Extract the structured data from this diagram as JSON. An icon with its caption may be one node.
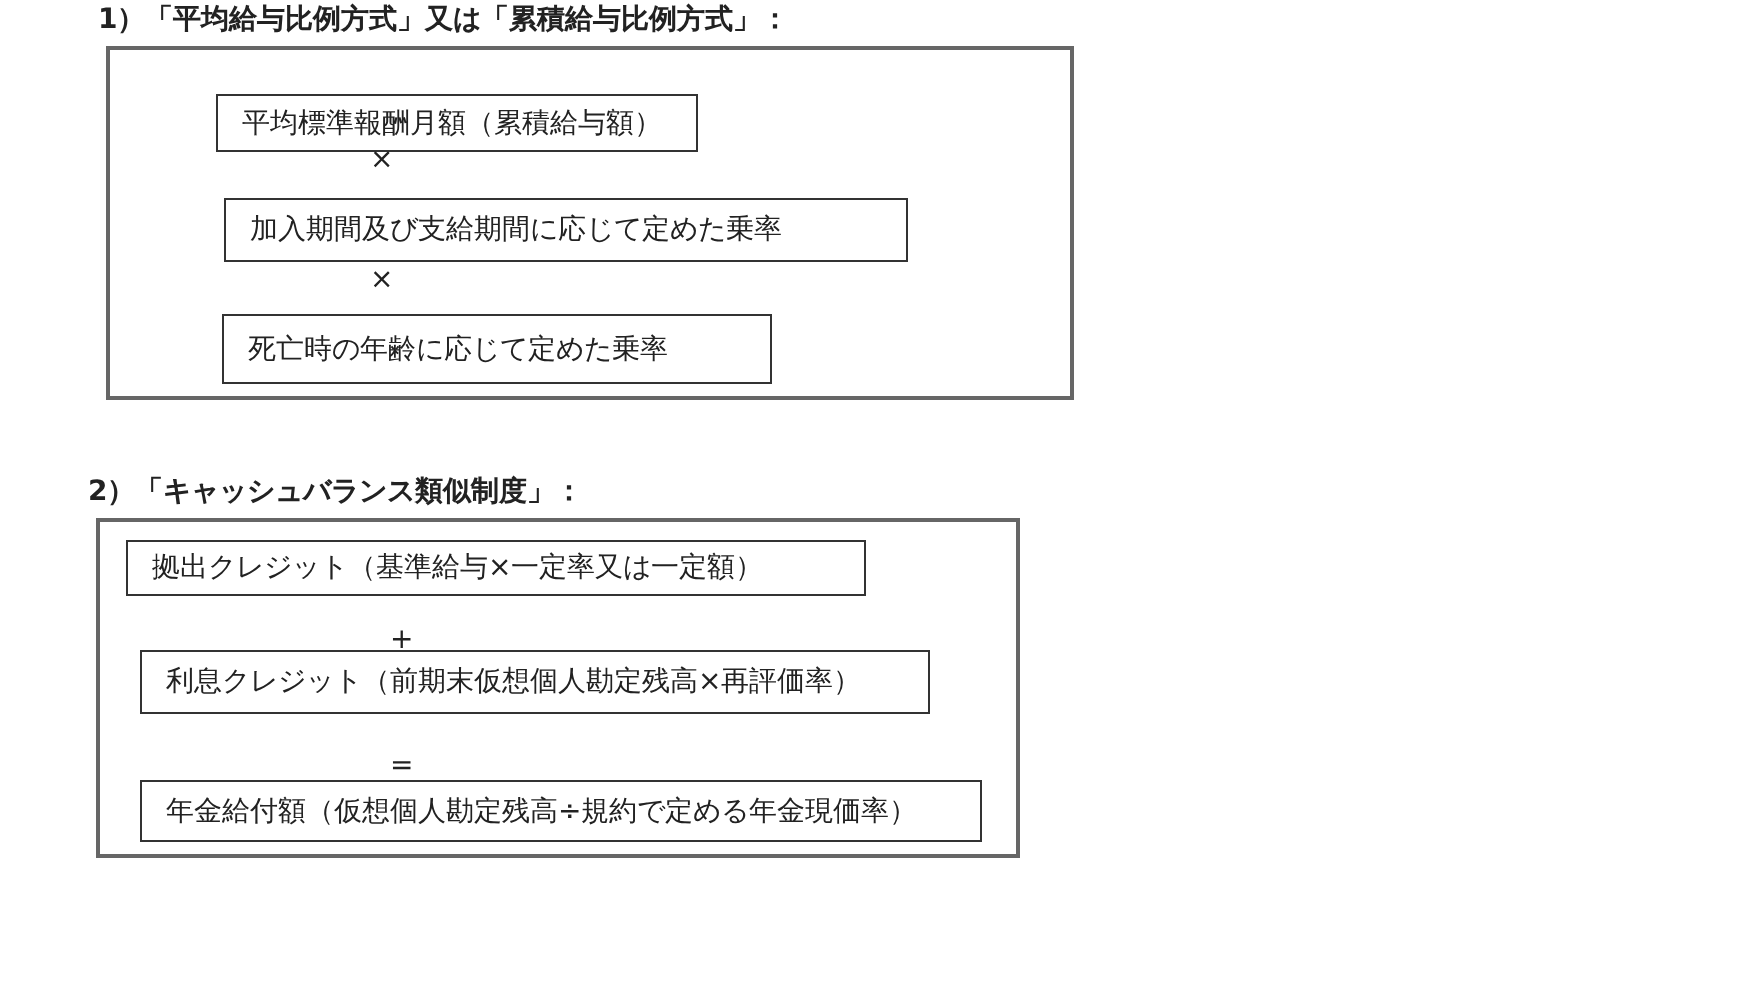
{
  "diagram": {
    "nodes": [
      {
        "text": [
          "1）「平均給与比例方式」又は「累積給与比例方式」："
        ]
      },
      {
        "text": [
          "平均標準報酬月額（累積給与額）"
        ],
        "in": 0
      },
      {
        "text": [
          "加入期間及び支給期間に応じて定めた乗率"
        ],
        "in": 0
      },
      {
        "text": [
          "死亡時の年齢に応じて定めた乗率"
        ],
        "in": 0
      },
      {
        "text": [
          "2）「キャッシュバランス類似制度」："
        ]
      },
      {
        "text": [
          "拠出クレジット（基準給与×一定率又は一定額）"
        ],
        "in": 4
      },
      {
        "text": [
          "利息クレジット（前期末仮想個人勘定残高×再評価率）"
        ],
        "in": 4
      },
      {
        "text": [
          "年金給付額（仮想個人勘定残高÷規約で定める年金現価率）"
        ],
        "in": 4
      }
    ],
    "labels": [
      "×",
      "×",
      "+",
      "="
    ]
  }
}
